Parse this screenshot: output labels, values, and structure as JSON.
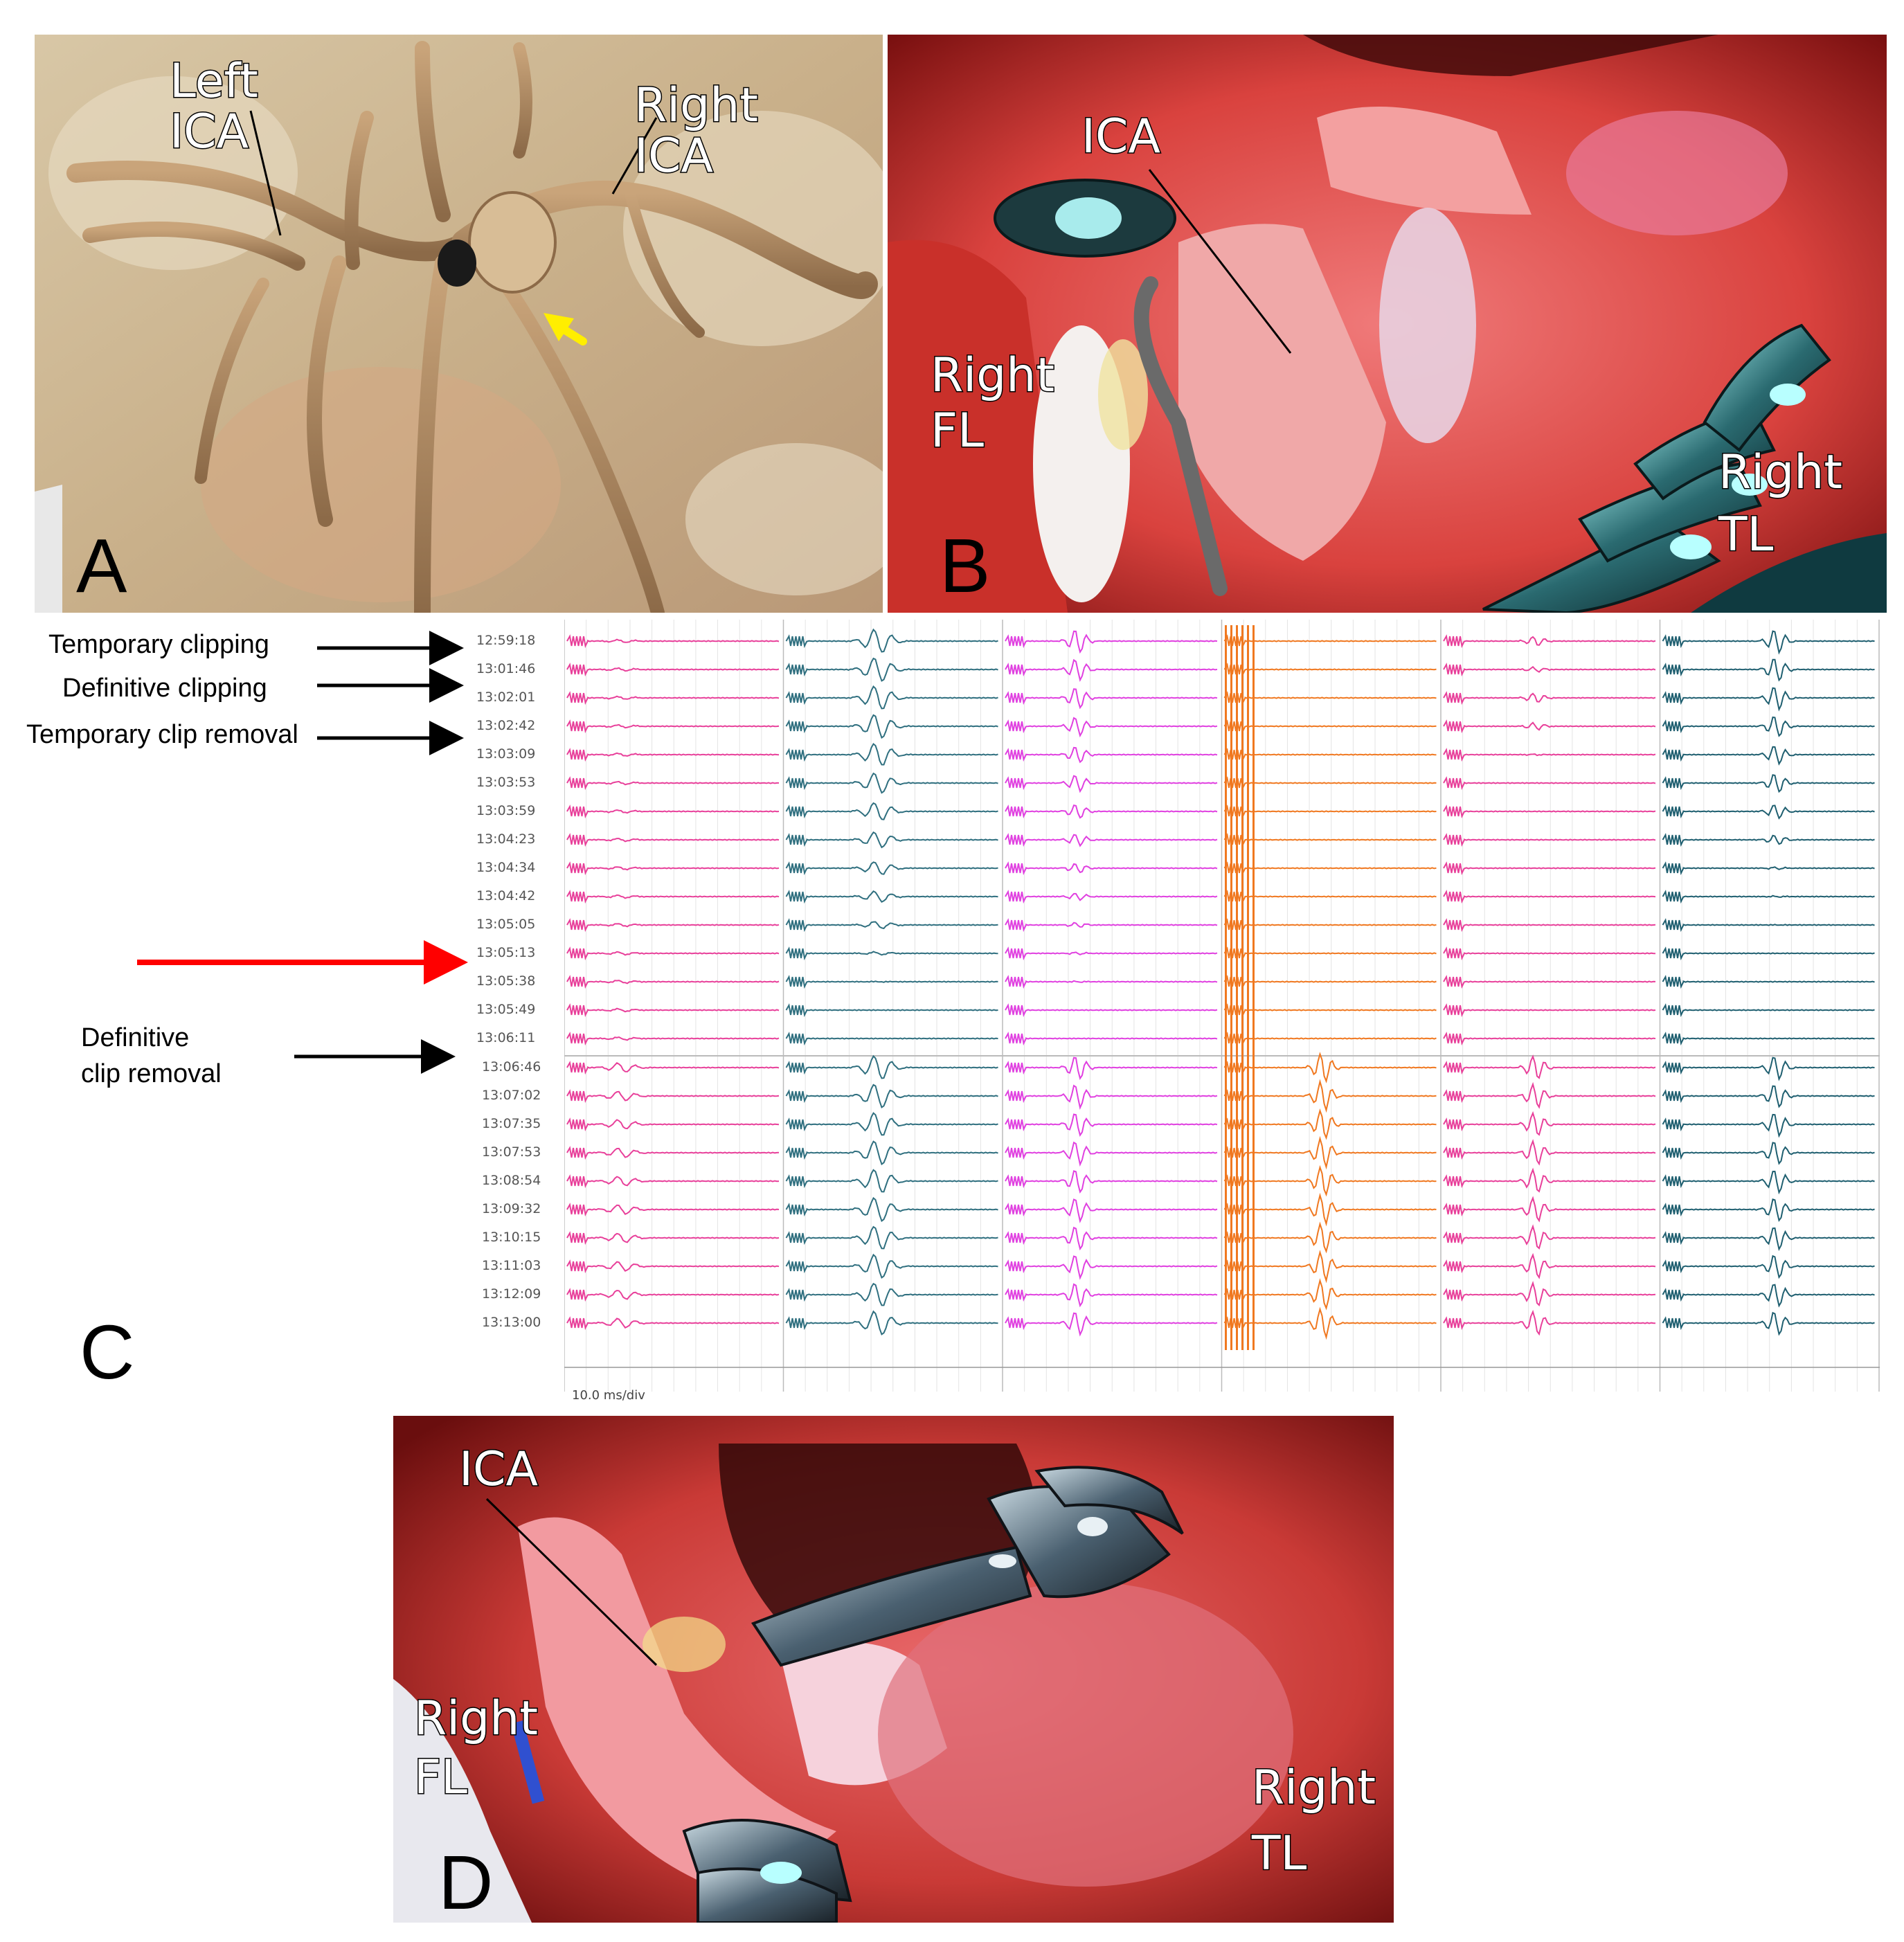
{
  "panels": {
    "a": {
      "letter": "A",
      "label_left_1": "Left",
      "label_left_2": "ICA",
      "label_right_1": "Right",
      "label_right_2": "ICA",
      "arrow_color": "#ffee00"
    },
    "b": {
      "letter": "B",
      "label_ica": "ICA",
      "label_fl_1": "Right",
      "label_fl_2": "FL",
      "label_tl_1": "Right",
      "label_tl_2": "TL"
    },
    "c": {
      "letter": "C",
      "annotations": {
        "temporary_clipping": "Temporary clipping",
        "definitive_clipping": "Definitive clipping",
        "temporary_clip_removal": "Temporary clip removal",
        "definitive_clip_removal_1": "Definitive",
        "definitive_clip_removal_2": "clip removal"
      },
      "red_arrow_color": "#ff0000",
      "timestamps_top": [
        "12:59:18",
        "13:01:46",
        "13:02:01",
        "13:02:42",
        "13:03:09",
        "13:03:53",
        "13:03:59",
        "13:04:23",
        "13:04:34",
        "13:04:42",
        "13:05:05",
        "13:05:13",
        "13:05:38",
        "13:05:49",
        "13:06:11"
      ],
      "timestamps_bottom": [
        "13:06:46",
        "13:07:02",
        "13:07:35",
        "13:07:53",
        "13:08:54",
        "13:09:32",
        "13:10:15",
        "13:11:03",
        "13:12:09",
        "13:13:00"
      ],
      "scale": "10.0 ms/div",
      "channel_colors": [
        "#e8409a",
        "#2f6f7f",
        "#e040e0",
        "#f07820",
        "#e8409a",
        "#1f5f70"
      ]
    },
    "d": {
      "letter": "D",
      "label_ica": "ICA",
      "label_fl_1": "Right",
      "label_fl_2": "FL",
      "label_tl_1": "Right",
      "label_tl_2": "TL"
    }
  }
}
